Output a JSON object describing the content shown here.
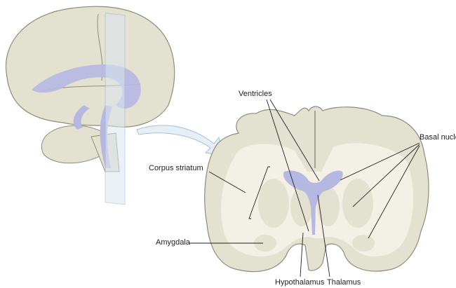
{
  "labels": {
    "ventricles": "Ventricles",
    "basal_nuclei": "Basal nuclei",
    "corpus_striatum": "Corpus striatum",
    "amygdala": "Amygdala",
    "hypothalamus": "Hypothalamus",
    "thalamus": "Thalamus"
  },
  "colors": {
    "cortex": "#e3e1cf",
    "white_matter": "#f3f1e6",
    "ventricle": "#b6b8e2",
    "outline": "#8f8c78",
    "plane": "#dbe6f0",
    "arrow": "#e6eef6"
  }
}
